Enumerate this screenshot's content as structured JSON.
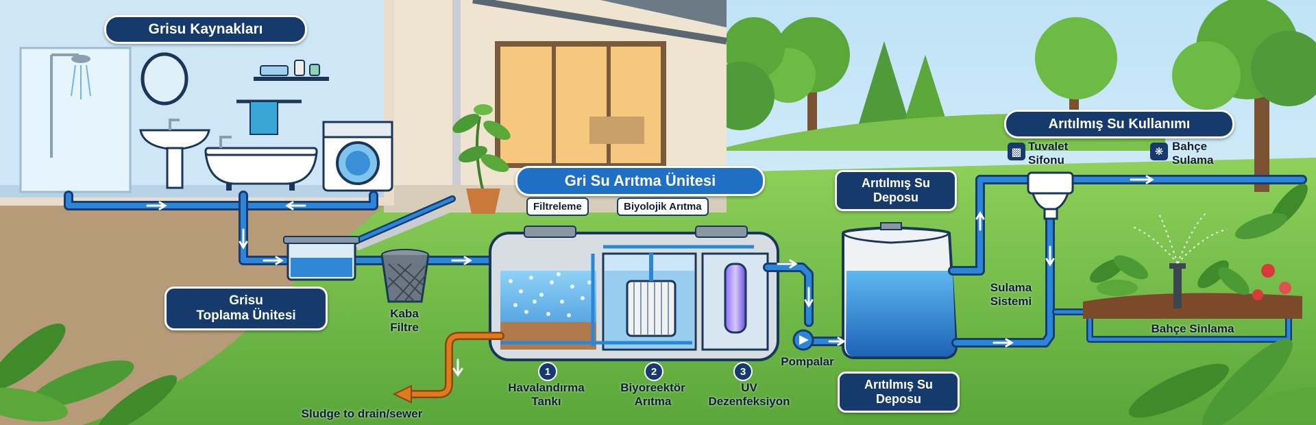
{
  "sources": {
    "title": "Grisu Kaynakları"
  },
  "collection": {
    "title_line1": "Grisu",
    "title_line2": "Toplama Ünitesi"
  },
  "coarse_filter": {
    "line1": "Kaba",
    "line2": "Filtre"
  },
  "treatment": {
    "title": "Gri Su Arıtma Ünitesi",
    "filtration_tag": "Filtreleme",
    "bio_tag": "Biyolojik Arıtma",
    "stages": [
      {
        "number": "1",
        "line1": "Havalandırma",
        "line2": "Tankı"
      },
      {
        "number": "2",
        "line1": "Biyoreektör",
        "line2": "Arıtma"
      },
      {
        "number": "3",
        "line1": "UV",
        "line2": "Dezenfeksiyon"
      }
    ],
    "sludge": "Sludge to drain/sewer"
  },
  "pump": {
    "label": "Pompalar"
  },
  "storage": {
    "top_line1": "Arıtılmış Su",
    "top_line2": "Deposu",
    "bottom_line1": "Arıtılmış Su",
    "bottom_line2": "Deposu"
  },
  "usage": {
    "title": "Arıtılmış Su Kullanımı",
    "toilet_line1": "Tuvalet",
    "toilet_line2": "Sifonu",
    "garden_line1": "Bahçe",
    "garden_line2": "Sulama",
    "irrigation_line1": "Sulama",
    "irrigation_line2": "Sistemi",
    "garden_irrigation": "Bahçe Sinlama"
  },
  "colors": {
    "pill_dark": "#163a6b",
    "pill_blue": "#1f6fc4",
    "pipe_blue": "#1f78d1",
    "pipe_dark": "#173c73",
    "sludge_orange": "#e07a1f"
  }
}
